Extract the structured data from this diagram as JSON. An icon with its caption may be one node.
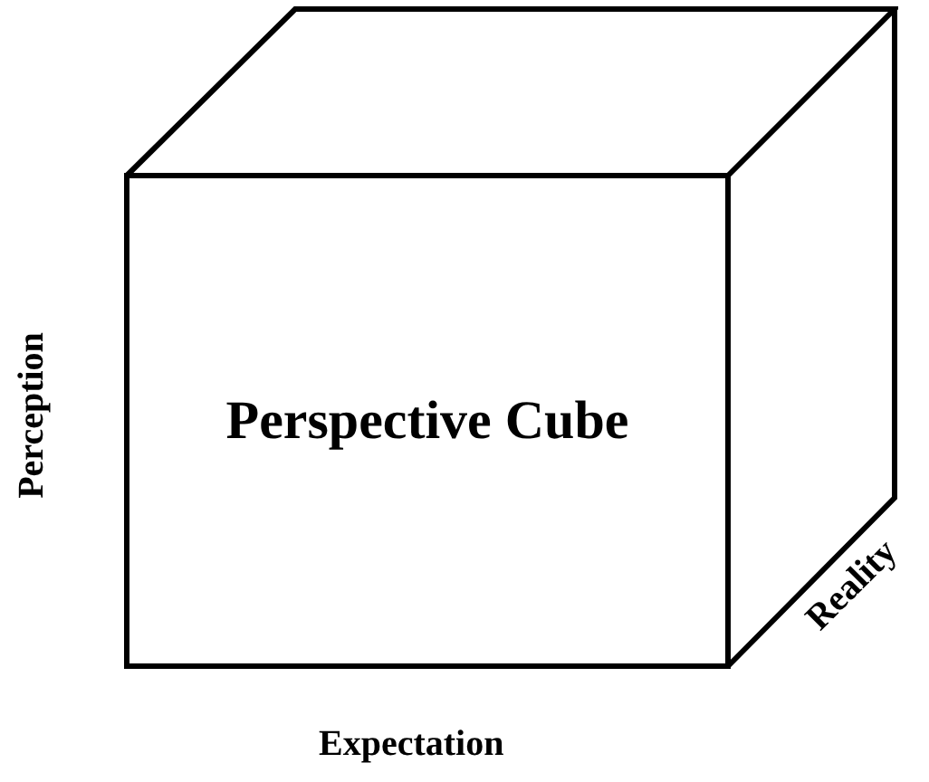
{
  "diagram": {
    "nodes": [
      {
        "text": [
          "Perspective Cube"
        ]
      }
    ],
    "labels": [
      "Perception",
      "Reality",
      "Expectation"
    ]
  }
}
